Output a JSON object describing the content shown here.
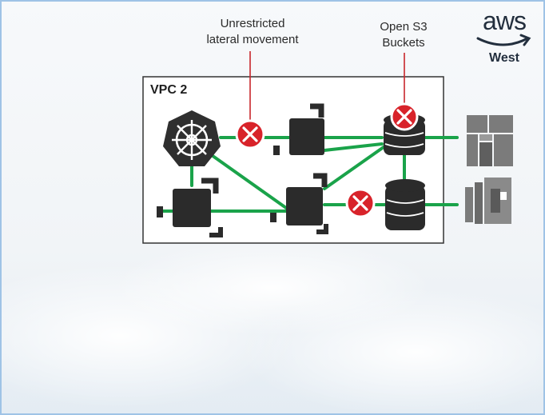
{
  "annotations": {
    "lateral_movement": [
      "Unrestricted",
      "lateral movement"
    ],
    "open_s3": [
      "Open S3",
      "Buckets"
    ]
  },
  "aws": {
    "logo_text": "aws",
    "region": "West"
  },
  "vpc": {
    "title": "VPC 2"
  },
  "icons": {
    "kubernetes": "kubernetes-helm-icon",
    "compute": "compute-instance-icon",
    "s3": "s3-bucket-icon",
    "api_gateway": "api-gateway-icon",
    "lambda": "lambda-icon",
    "threat": "red-x-icon"
  },
  "colors": {
    "link": "#1aa34a",
    "threat": "#d8232a",
    "node": "#2b2b2b",
    "kubernetes": "#2f2f2f",
    "aws_service": "#7b7b7b"
  }
}
